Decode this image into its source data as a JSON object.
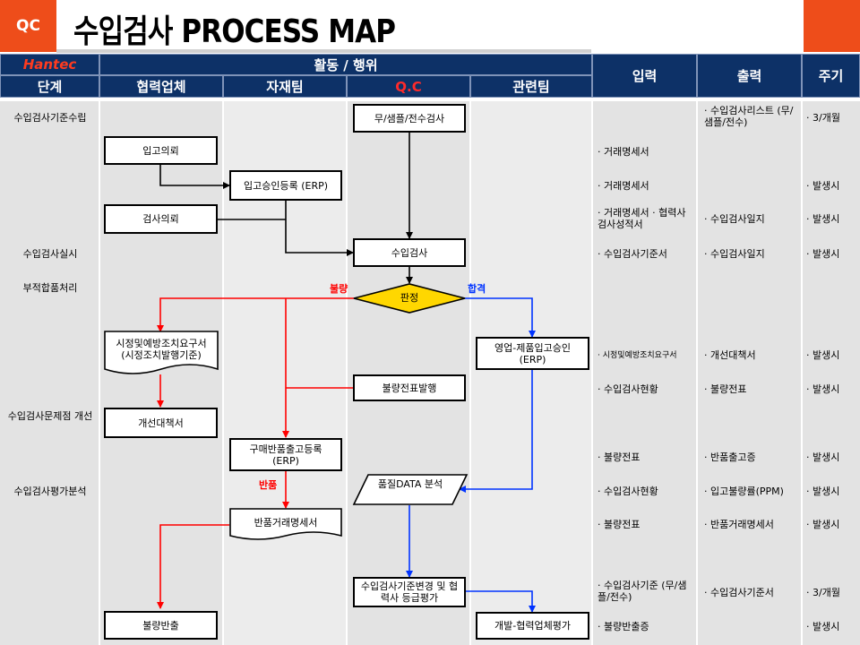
{
  "header": {
    "qc_badge": "QC",
    "title": "수입검사 PROCESS MAP",
    "logo": "Hantec",
    "activities_label": "활동 / 행위",
    "columns": {
      "stage": "단계",
      "supplier": "협력업체",
      "materials": "자재팀",
      "qc": "Q.C",
      "related": "관련팀",
      "input": "입력",
      "output": "출력",
      "cycle": "주기"
    }
  },
  "stages": {
    "s1": "수입검사기준수립",
    "s2": "수입검사실시",
    "s3": "부적합품처리",
    "s4": "수입검사문제점 개선",
    "s5": "수입검사평가분석"
  },
  "boxes": {
    "sample_check": "무/샘플/전수검사",
    "receive_request": "입고의뢰",
    "receive_approval": "입고승인등록 (ERP)",
    "inspect_request": "검사의뢰",
    "incoming_inspection": "수입검사",
    "judgment": "판정",
    "corrective_request": "시정및예방조치요구서 (시정조치발행기준)",
    "sales_approval": "영업-제품입고승인 (ERP)",
    "defect_slip": "불량전표발행",
    "improvement_plan": "개선대책서",
    "purchase_return": "구매반품출고등록 (ERP)",
    "quality_data": "품질DATA 분석",
    "return_statement": "반품거래명세서",
    "standard_change": "수입검사기준변경 및 협력사 등급평가",
    "defect_return": "불량반출",
    "supplier_eval": "개발-협력업체평가"
  },
  "flow_labels": {
    "fail": "불량",
    "pass": "합격",
    "return": "반품"
  },
  "rows": [
    {
      "input": "",
      "output": "· 수입검사리스트 (무/샘플/전수)",
      "cycle": "· 3/개월"
    },
    {
      "input": "· 거래명세서",
      "output": "",
      "cycle": ""
    },
    {
      "input": "· 거래명세서",
      "output": "",
      "cycle": "· 발생시"
    },
    {
      "input": "· 거래명세서 · 협력사검사성적서",
      "output": "· 수입검사일지",
      "cycle": "· 발생시"
    },
    {
      "input": "· 수입검사기준서",
      "output": "· 수입검사일지",
      "cycle": "· 발생시"
    },
    {
      "input": "· 시정및예방조치요구서",
      "output": "· 개선대책서",
      "cycle": "· 발생시"
    },
    {
      "input": "· 수입검사현황",
      "output": "· 불량전표",
      "cycle": "· 발생시"
    },
    {
      "input": "· 불량전표",
      "output": "· 반품출고증",
      "cycle": "· 발생시"
    },
    {
      "input": "· 수입검사현황",
      "output": "· 입고불량률(PPM)",
      "cycle": "· 발생시"
    },
    {
      "input": "· 불량전표",
      "output": "· 반품거래명세서",
      "cycle": "· 발생시"
    },
    {
      "input": "· 수입검사기준 (무/샘플/전수)",
      "output": "· 수입검사기준서",
      "cycle": "· 3/개월"
    },
    {
      "input": "· 불량반출증",
      "output": "",
      "cycle": "· 발생시"
    }
  ],
  "colors": {
    "header_bg": "#0d3167",
    "accent": "#ee4d1a",
    "qc_text": "#ff2a2a",
    "fail_line": "#ff0000",
    "pass_line": "#0033ff",
    "diamond": "#ffd700"
  }
}
